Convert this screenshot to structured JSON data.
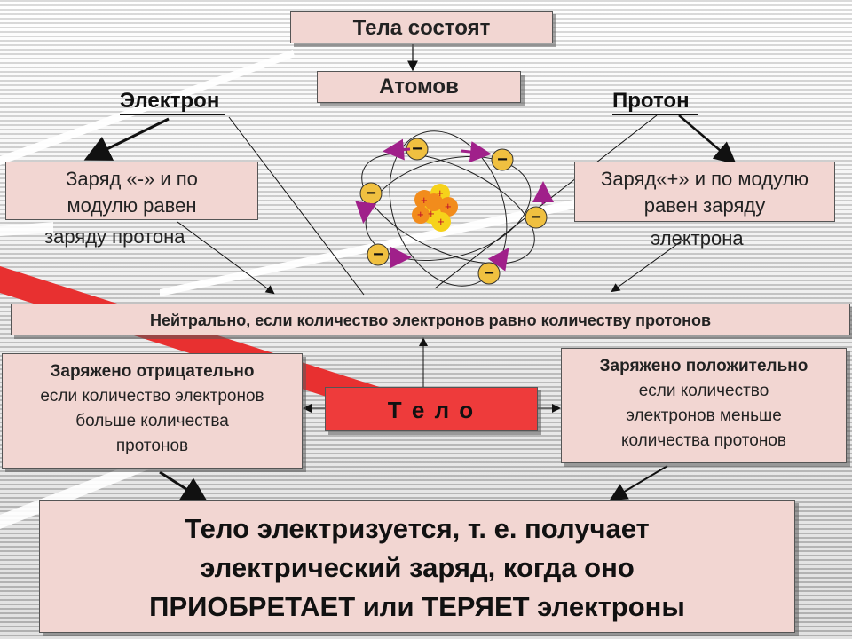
{
  "top": {
    "tela_sostoyat": "Тела состоят",
    "atomov": "Атомов"
  },
  "electron": {
    "heading": "Электрон",
    "desc_line1": "Заряд «-» и по",
    "desc_line2": "модулю равен",
    "desc_line3": "заряду протона"
  },
  "proton": {
    "heading": "Протон",
    "desc_line1": "Заряд«+» и по модулю",
    "desc_line2": "равен заряду",
    "desc_line3": "электрона"
  },
  "neutral": "Нейтрально, если количество электронов равно количеству протонов",
  "negative": {
    "title": "Заряжено отрицательно",
    "line1": "если количество электронов",
    "line2": "больше количества",
    "line3": "протонов"
  },
  "positive": {
    "title": "Заряжено положительно",
    "line1": "если количество",
    "line2": "электронов меньше",
    "line3": "количества  протонов"
  },
  "telo": "Т е л о",
  "conclusion": {
    "line1": "Тело электризуется, т. е. получает",
    "line2": "электрический заряд, когда оно",
    "line3": "ПРИОБРЕТАЕТ или ТЕРЯЕТ электроны"
  },
  "atom": {
    "electron_symbol": "−",
    "proton_symbol": "+",
    "colors": {
      "nucleus_orange": "#f28c1c",
      "nucleus_yellow": "#f6d21a",
      "electron_fill": "#f0c040",
      "velocity_arrow": "#a0208a",
      "telo_box": "#ee3b3b",
      "red_beam": "#e83030"
    }
  }
}
